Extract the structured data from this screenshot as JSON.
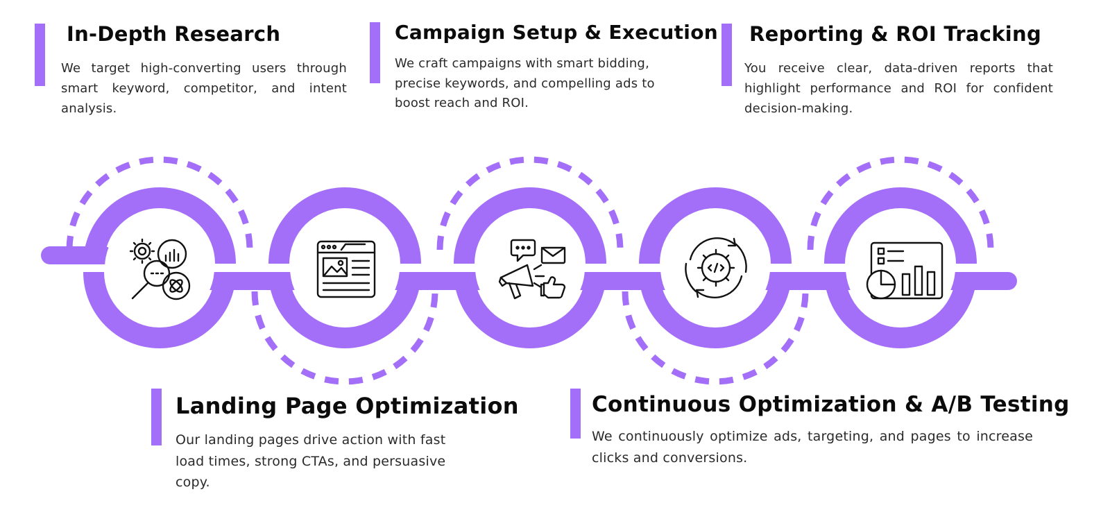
{
  "accent_color": "#a46ff8",
  "steps": [
    {
      "title": "In-Depth Research",
      "text": "We target high-converting users through smart keyword, competitor, and intent analysis."
    },
    {
      "title": "Campaign Setup & Execution",
      "text": "We craft campaigns with smart bidding, precise keywords, and compelling ads to boost reach and ROI."
    },
    {
      "title": "Reporting & ROI Tracking",
      "text": "You receive clear, data-driven reports that highlight performance and ROI for confident decision-making."
    },
    {
      "title": "Landing Page Optimization",
      "text": "Our landing pages drive action with fast load times, strong CTAs, and persuasive copy."
    },
    {
      "title": "Continuous Optimization & A/B Testing",
      "text": "We continuously optimize ads, targeting, and pages to increase clicks and conversions."
    }
  ],
  "icons": [
    "research-analytics-icon",
    "landing-page-icon",
    "campaign-megaphone-icon",
    "optimization-gear-cycle-icon",
    "report-dashboard-icon"
  ]
}
